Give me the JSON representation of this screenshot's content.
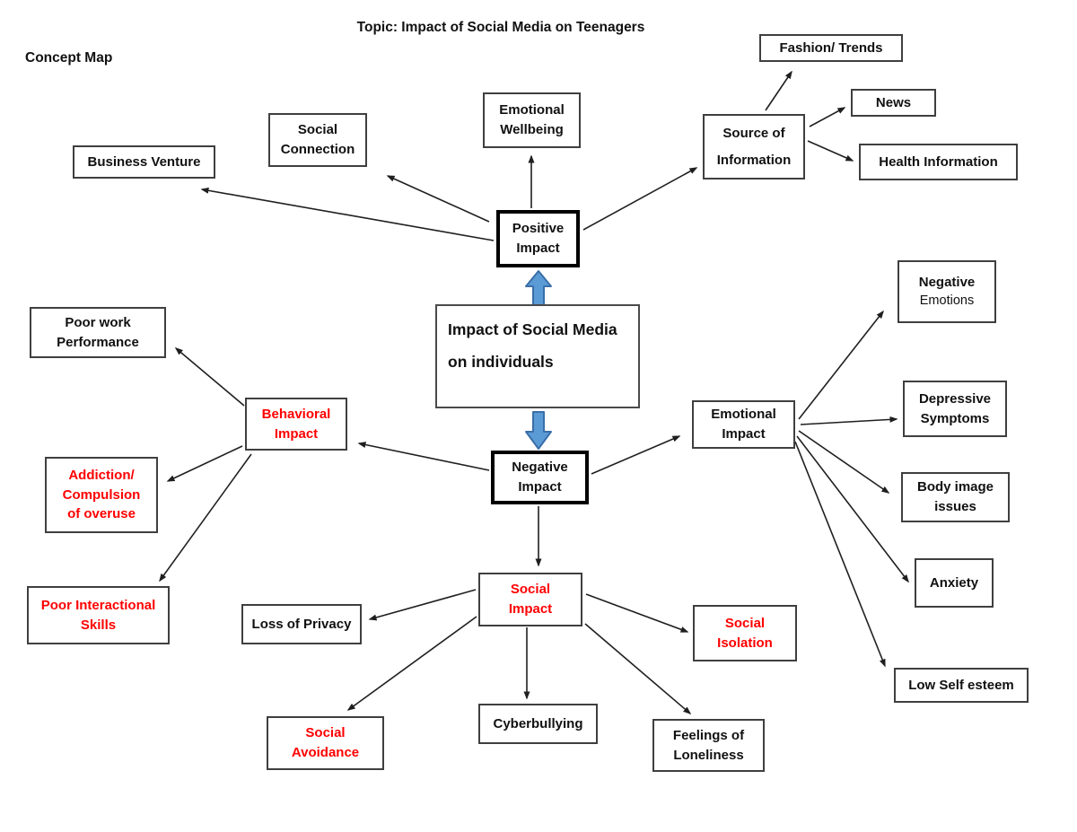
{
  "page": {
    "title": "Topic: Impact of Social Media on Teenagers",
    "corner_label": "Concept Map"
  },
  "colors": {
    "highlight_text": "#FF0000",
    "default_text": "#111111",
    "arrow": "#1F1F1F",
    "blue_arrow_fill": "#5B9BD5",
    "blue_arrow_stroke": "#3A6FA8",
    "box_border": "#3F3F3F",
    "emphasis_border": "#000000"
  },
  "nodes": {
    "central": {
      "label": "Impact of Social Media\non individuals"
    },
    "positive_impact": {
      "label": "Positive\nImpact"
    },
    "negative_impact": {
      "label": "Negative\nImpact"
    },
    "business_venture": {
      "label": "Business Venture"
    },
    "social_connection": {
      "label": "Social\nConnection"
    },
    "emotional_wellbeing": {
      "label": "Emotional\nWellbeing"
    },
    "source_of_information": {
      "label": "Source of\nInformation"
    },
    "fashion_trends": {
      "label": "Fashion/ Trends"
    },
    "news": {
      "label": "News"
    },
    "health_information": {
      "label": "Health Information"
    },
    "poor_work_performance": {
      "label": "Poor work\nPerformance"
    },
    "behavioral_impact": {
      "label": "Behavioral\nImpact",
      "color": "#FF0000"
    },
    "addiction_compulsion": {
      "label": "Addiction/\nCompulsion\nof overuse",
      "color": "#FF0000"
    },
    "poor_interactional_skills": {
      "label": "Poor Interactional\nSkills",
      "color": "#FF0000"
    },
    "emotional_impact": {
      "label": "Emotional\nImpact"
    },
    "negative_emotions": {
      "line1": "Negative",
      "line2": "Emotions"
    },
    "depressive_symptoms": {
      "label": "Depressive\nSymptoms"
    },
    "body_image_issues": {
      "label": "Body image\nissues"
    },
    "anxiety": {
      "label": "Anxiety"
    },
    "low_self_esteem": {
      "label": "Low Self esteem"
    },
    "social_impact": {
      "label": "Social\nImpact",
      "color": "#FF0000"
    },
    "loss_of_privacy": {
      "label": "Loss of Privacy"
    },
    "social_avoidance": {
      "label": "Social\nAvoidance",
      "color": "#FF0000"
    },
    "cyberbullying": {
      "label": "Cyberbullying"
    },
    "feelings_of_loneliness": {
      "label": "Feelings of\nLoneliness"
    },
    "social_isolation": {
      "label": "Social\nIsolation",
      "color": "#FF0000"
    }
  },
  "edges": [
    {
      "from": "impact-of-social-media",
      "to": "positive-impact",
      "style": "blue-block-arrow"
    },
    {
      "from": "impact-of-social-media",
      "to": "negative-impact",
      "style": "blue-block-arrow"
    },
    {
      "from": "positive-impact",
      "to": "business-venture"
    },
    {
      "from": "positive-impact",
      "to": "social-connection"
    },
    {
      "from": "positive-impact",
      "to": "emotional-wellbeing"
    },
    {
      "from": "positive-impact",
      "to": "source-of-information"
    },
    {
      "from": "source-of-information",
      "to": "fashion-trends"
    },
    {
      "from": "source-of-information",
      "to": "news"
    },
    {
      "from": "source-of-information",
      "to": "health-information"
    },
    {
      "from": "negative-impact",
      "to": "behavioral-impact"
    },
    {
      "from": "negative-impact",
      "to": "emotional-impact"
    },
    {
      "from": "negative-impact",
      "to": "social-impact"
    },
    {
      "from": "behavioral-impact",
      "to": "poor-work-performance"
    },
    {
      "from": "behavioral-impact",
      "to": "addiction-compulsion-of-overuse"
    },
    {
      "from": "behavioral-impact",
      "to": "poor-interactional-skills"
    },
    {
      "from": "emotional-impact",
      "to": "negative-emotions"
    },
    {
      "from": "emotional-impact",
      "to": "depressive-symptoms"
    },
    {
      "from": "emotional-impact",
      "to": "body-image-issues"
    },
    {
      "from": "emotional-impact",
      "to": "anxiety"
    },
    {
      "from": "emotional-impact",
      "to": "low-self-esteem"
    },
    {
      "from": "social-impact",
      "to": "loss-of-privacy"
    },
    {
      "from": "social-impact",
      "to": "social-avoidance"
    },
    {
      "from": "social-impact",
      "to": "cyberbullying"
    },
    {
      "from": "social-impact",
      "to": "feelings-of-loneliness"
    },
    {
      "from": "social-impact",
      "to": "social-isolation"
    }
  ]
}
